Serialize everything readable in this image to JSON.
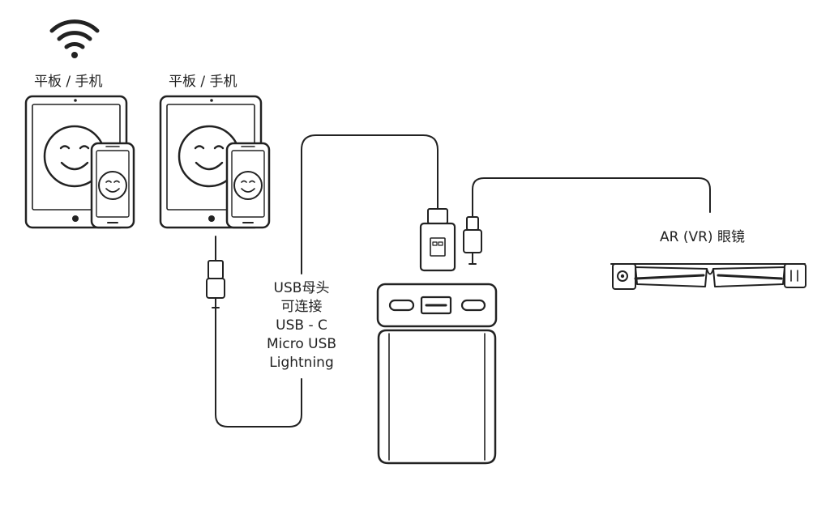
{
  "labels": {
    "device_left": "平板 / 手机",
    "device_right": "平板 / 手机",
    "glasses": "AR (VR) 眼镜"
  },
  "usb_note": [
    "USB母头",
    "可连接",
    "USB - C",
    "Micro USB",
    "Lightning"
  ],
  "icons": {
    "wifi": "wifi-icon",
    "tablet": "tablet-icon",
    "phone": "phone-icon",
    "smiley": "smiley-face-icon",
    "usb_a_plug": "usb-a-plug-icon",
    "usb_c_plug": "usb-c-plug-icon",
    "power_bank": "power-bank-icon",
    "glasses": "ar-glasses-icon"
  },
  "colors": {
    "line": "#222222",
    "background": "#ffffff"
  }
}
